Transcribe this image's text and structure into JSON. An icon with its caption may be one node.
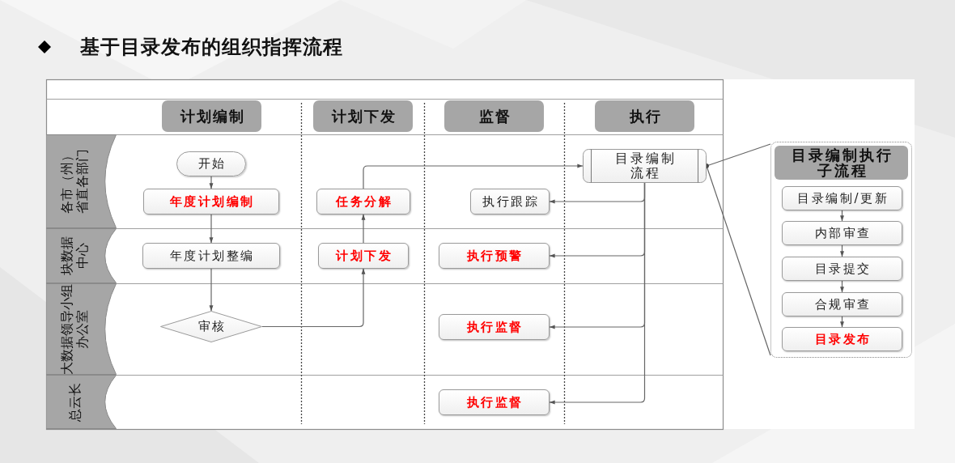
{
  "diagram": {
    "title": "基于目录发布的组织指挥流程",
    "nodes": [
      {
        "text": [
          "计划编制"
        ]
      },
      {
        "text": [
          "计划下发"
        ]
      },
      {
        "text": [
          "监督"
        ]
      },
      {
        "text": [
          "执行"
        ]
      },
      {
        "text": [
          "各市（州）省直各部门"
        ]
      },
      {
        "text": [
          "开始"
        ]
      },
      {
        "text": [
          "年度计划编制"
        ]
      },
      {
        "text": [
          "任务分解"
        ]
      },
      {
        "text": [
          "目录编制流程"
        ]
      },
      {
        "text": [
          "执行跟踪"
        ]
      },
      {
        "text": [
          "块数据中心"
        ]
      },
      {
        "text": [
          "年度计划整编"
        ]
      },
      {
        "text": [
          "计划下发"
        ]
      },
      {
        "text": [
          "执行预警"
        ]
      },
      {
        "text": [
          "大数据领导小组办公室"
        ]
      },
      {
        "text": [
          "审核"
        ]
      },
      {
        "text": [
          "执行监督"
        ]
      },
      {
        "text": [
          "总云长"
        ]
      },
      {
        "text": [
          "执行监督"
        ]
      },
      {
        "text": [
          "目录编制执行子流程"
        ]
      },
      {
        "text": [
          "目录编制/更新"
        ],
        "in": 19
      },
      {
        "text": [
          "内部审查"
        ],
        "in": 19
      },
      {
        "text": [
          "目录提交"
        ],
        "in": 19
      },
      {
        "text": [
          "合规审查"
        ],
        "in": 19
      },
      {
        "text": [
          "目录发布"
        ],
        "in": 19
      }
    ],
    "edges": [
      {
        "from": 5,
        "to": 6,
        "arrow": "to"
      },
      {
        "from": 6,
        "to": 11,
        "arrow": "to"
      },
      {
        "from": 11,
        "to": 15,
        "arrow": "to"
      },
      {
        "from": 15,
        "to": 12,
        "arrow": "to"
      },
      {
        "from": 12,
        "to": 7,
        "arrow": "to"
      },
      {
        "from": 7,
        "to": 8,
        "arrow": "to"
      },
      {
        "from": 8,
        "to": 9,
        "arrow": "to"
      },
      {
        "from": 8,
        "to": 13,
        "arrow": "to"
      },
      {
        "from": 8,
        "to": 16,
        "arrow": "to"
      },
      {
        "from": 8,
        "to": 18,
        "arrow": "to"
      },
      {
        "from": 8,
        "to": 19,
        "arrow": "other"
      },
      {
        "from": 8,
        "to": 19,
        "arrow": "other"
      },
      {
        "from": 20,
        "to": 21,
        "arrow": "to"
      },
      {
        "from": 21,
        "to": 22,
        "arrow": "to"
      },
      {
        "from": 22,
        "to": 23,
        "arrow": "to"
      },
      {
        "from": 23,
        "to": 24,
        "arrow": "to"
      }
    ]
  }
}
